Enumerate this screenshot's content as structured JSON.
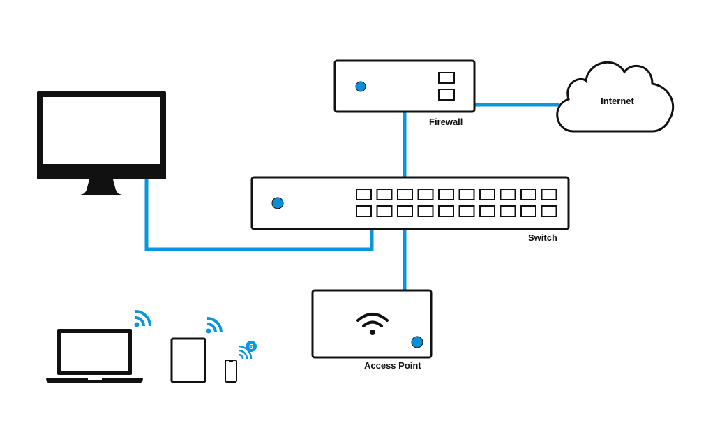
{
  "title": "Network diagram",
  "colors": {
    "link": "#0a96dc",
    "outline": "#111111",
    "led": "#0a8fd6"
  },
  "nodes": {
    "firewall": {
      "label": "Firewall"
    },
    "internet": {
      "label": "Internet"
    },
    "switch": {
      "label": "Switch",
      "port_rows": 2,
      "ports_per_row": 10
    },
    "access_point": {
      "label": "Access Point"
    },
    "desktop": {
      "label": "Desktop monitor"
    },
    "laptop": {
      "label": "Laptop"
    },
    "tablet": {
      "label": "Tablet"
    },
    "phone": {
      "label": "Smartphone",
      "badge": "6"
    }
  },
  "links": [
    {
      "from": "firewall",
      "to": "internet"
    },
    {
      "from": "firewall",
      "to": "switch"
    },
    {
      "from": "switch",
      "to": "desktop"
    },
    {
      "from": "switch",
      "to": "access_point"
    }
  ]
}
